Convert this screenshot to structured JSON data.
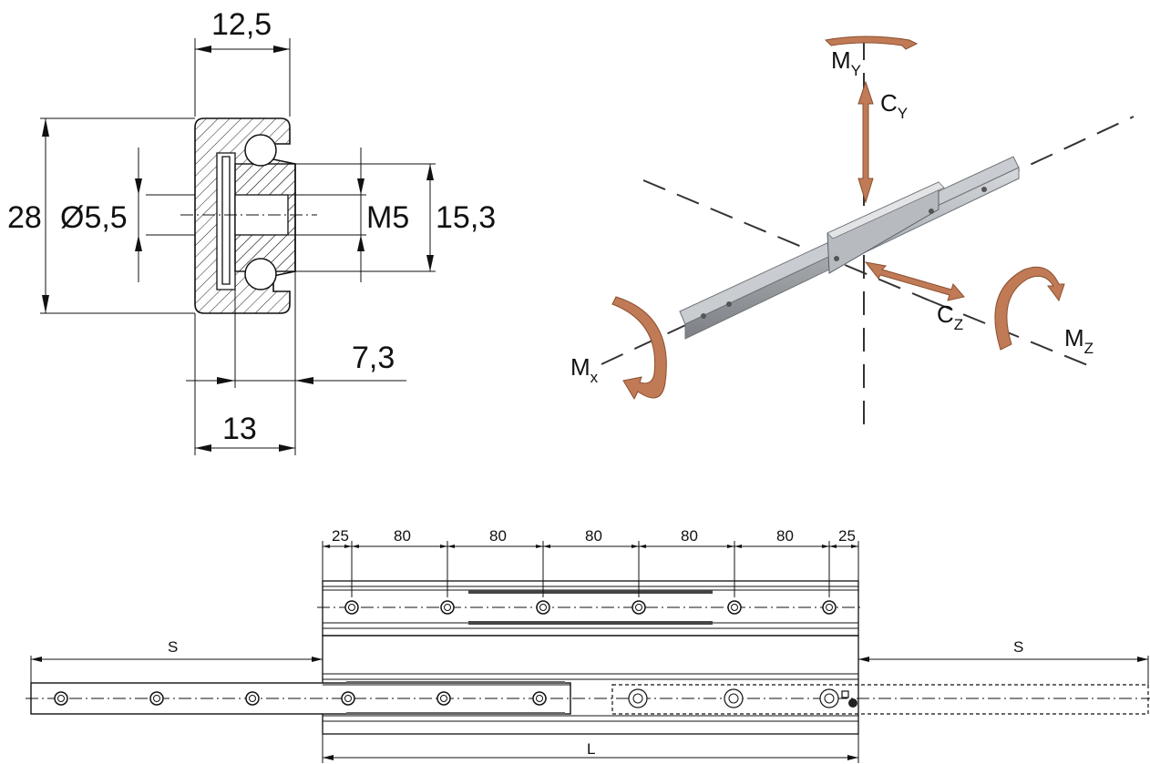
{
  "section_view": {
    "dim_top": "12,5",
    "dim_height": "28",
    "dim_bore": "Ø5,5",
    "dim_thread": "M5",
    "dim_inner_height": "15,3",
    "dim_offset": "7,3",
    "dim_bottom": "13"
  },
  "load_diagram": {
    "moment_y": "M",
    "moment_y_sub": "Y",
    "force_y": "C",
    "force_y_sub": "Y",
    "force_z": "C",
    "force_z_sub": "Z",
    "moment_z": "M",
    "moment_z_sub": "Z",
    "moment_x": "M",
    "moment_x_sub": "x",
    "arrow_color": "#c07a55"
  },
  "side_view": {
    "pitch_labels": [
      "25",
      "80",
      "80",
      "80",
      "80",
      "80",
      "25"
    ],
    "stroke_left": "S",
    "stroke_right": "S",
    "length": "L"
  }
}
